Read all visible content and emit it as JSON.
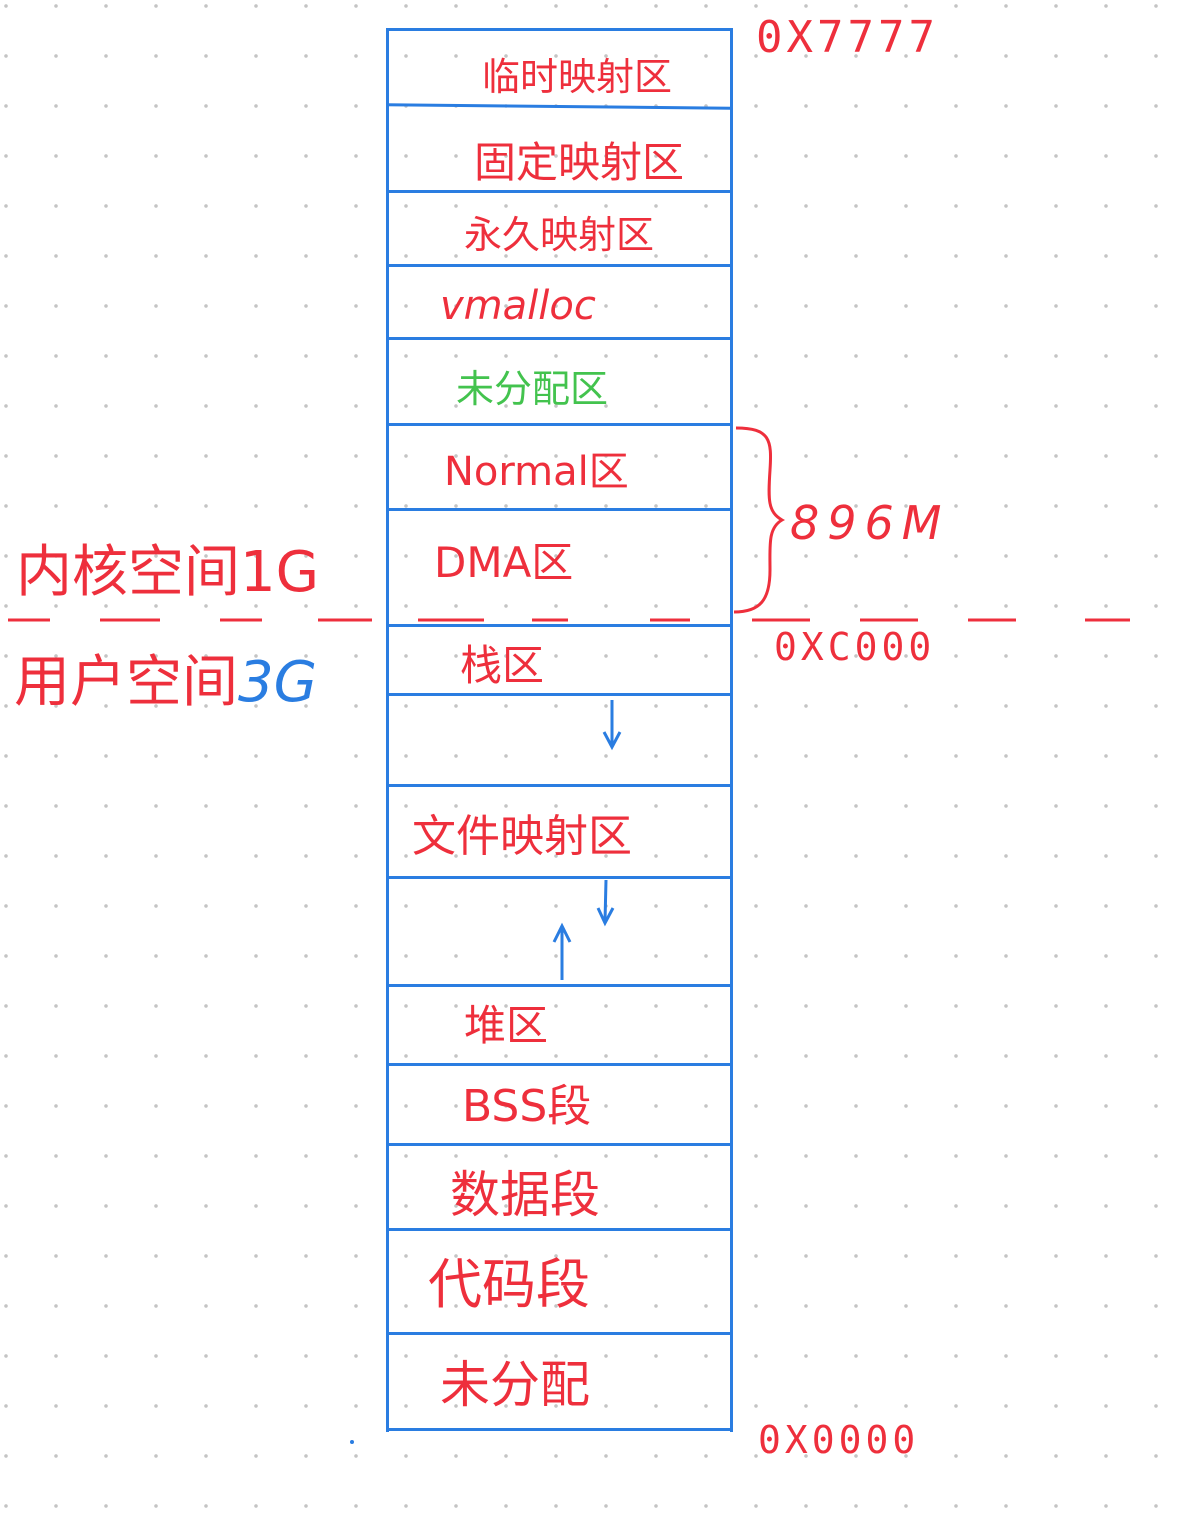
{
  "regions": [
    {
      "label": "临时映射区"
    },
    {
      "label": "固定映射区"
    },
    {
      "label": "永久映射区"
    },
    {
      "label": "vmalloc"
    },
    {
      "label": "未分配区"
    },
    {
      "label": "Normal区"
    },
    {
      "label": "DMA区"
    },
    {
      "label": "栈区"
    },
    {
      "label": "文件映射区"
    },
    {
      "label": "堆区"
    },
    {
      "label": "BSS段"
    },
    {
      "label": "数据段"
    },
    {
      "label": "代码段"
    },
    {
      "label": "未分配"
    }
  ],
  "addresses": {
    "top": "0X7777",
    "split": "0XC000",
    "bottom": "0X0000"
  },
  "brace_label": "896M",
  "kernel_space": "内核空间1G",
  "user_space_text": "用户空间",
  "user_space_size": "3G",
  "colors": {
    "ink_red": "#ee2f3c",
    "ink_blue": "#2a7de1",
    "ink_green": "#43c34e"
  }
}
